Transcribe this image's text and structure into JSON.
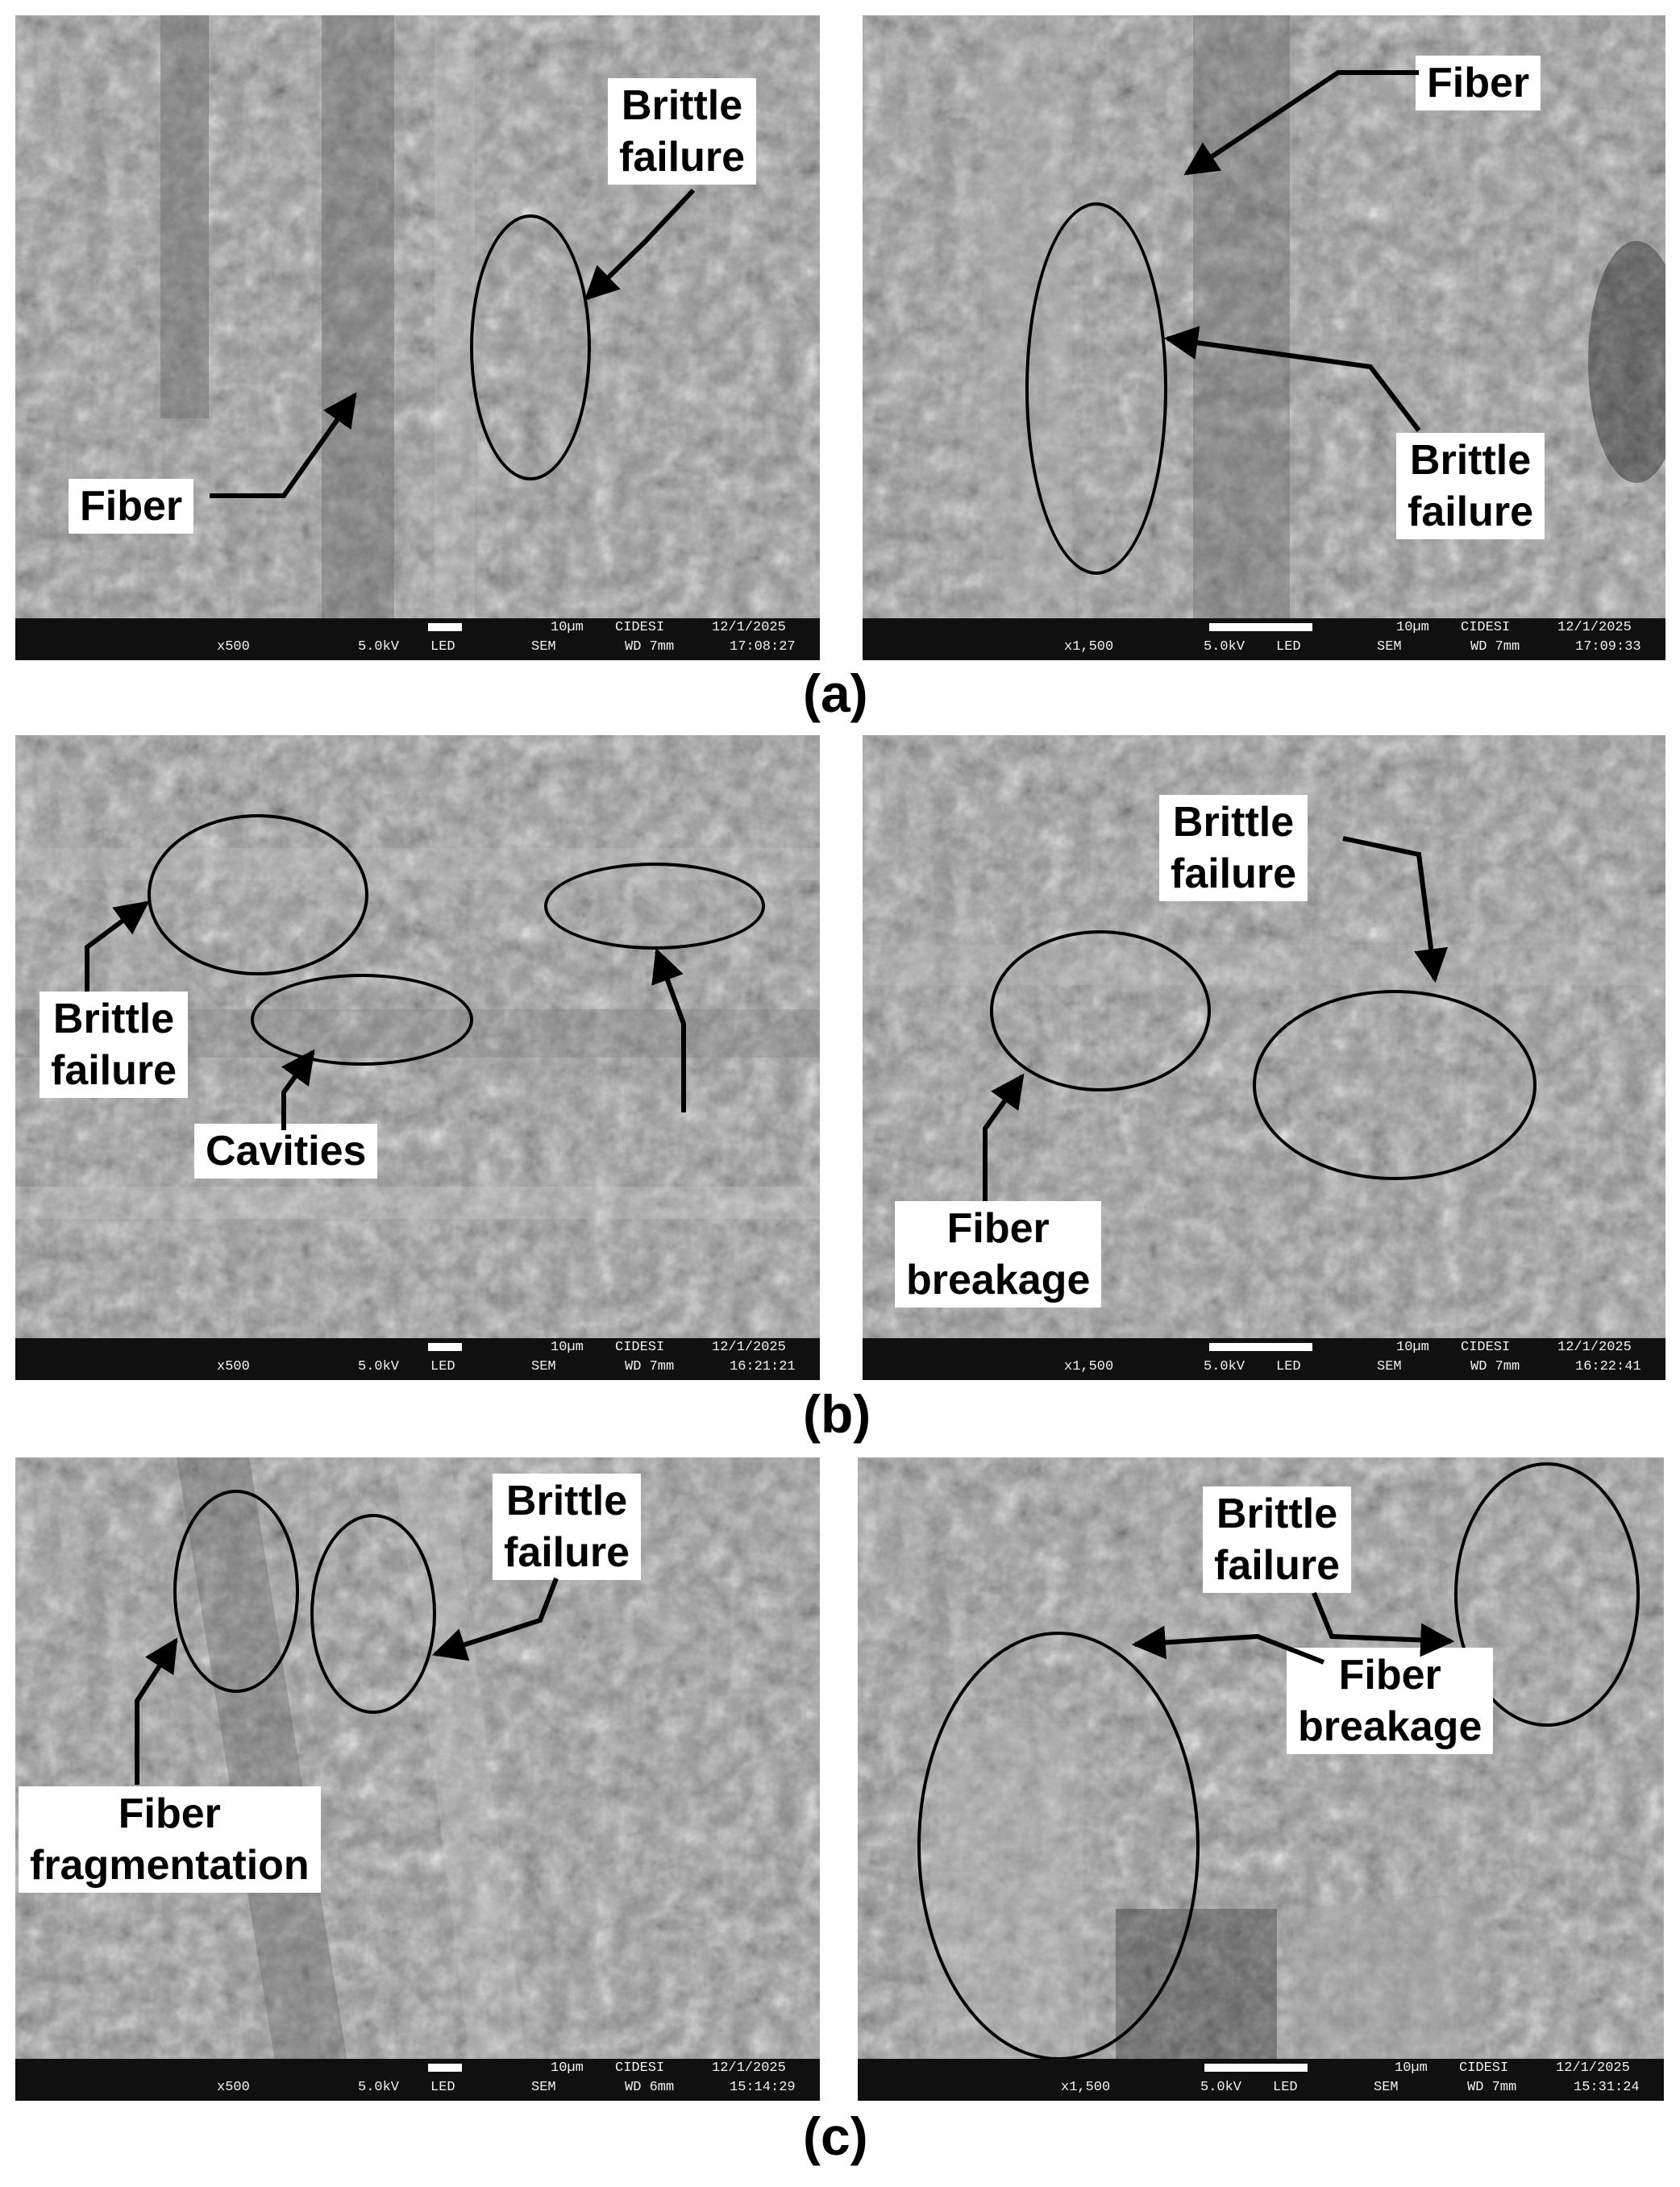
{
  "captions": [
    "(a)",
    "(b)",
    "(c)"
  ],
  "panels": [
    {
      "mag": "x500",
      "kv": "5.0kV",
      "det": "LED",
      "scale": "10µm",
      "org": "CIDESI",
      "date": "12/1/2025",
      "mode": "SEM",
      "wd": "WD 7mm",
      "time": "17:08:27"
    },
    {
      "mag": "x1,500",
      "kv": "5.0kV",
      "det": "LED",
      "scale": "10µm",
      "org": "CIDESI",
      "date": "12/1/2025",
      "mode": "SEM",
      "wd": "WD 7mm",
      "time": "17:09:33"
    },
    {
      "mag": "x500",
      "kv": "5.0kV",
      "det": "LED",
      "scale": "10µm",
      "org": "CIDESI",
      "date": "12/1/2025",
      "mode": "SEM",
      "wd": "WD 7mm",
      "time": "16:21:21"
    },
    {
      "mag": "x1,500",
      "kv": "5.0kV",
      "det": "LED",
      "scale": "10µm",
      "org": "CIDESI",
      "date": "12/1/2025",
      "mode": "SEM",
      "wd": "WD 7mm",
      "time": "16:22:41"
    },
    {
      "mag": "x500",
      "kv": "5.0kV",
      "det": "LED",
      "scale": "10µm",
      "org": "CIDESI",
      "date": "12/1/2025",
      "mode": "SEM",
      "wd": "WD 6mm",
      "time": "15:14:29"
    },
    {
      "mag": "x1,500",
      "kv": "5.0kV",
      "det": "LED",
      "scale": "10µm",
      "org": "CIDESI",
      "date": "12/1/2025",
      "mode": "SEM",
      "wd": "WD 7mm",
      "time": "15:31:24"
    }
  ],
  "labels": {
    "a_left_brittle_1": "Brittle",
    "a_left_brittle_2": "failure",
    "a_left_fiber": "Fiber",
    "a_right_fiber": "Fiber",
    "a_right_brittle_1": "Brittle",
    "a_right_brittle_2": "failure",
    "b_left_brittle_1": "Brittle",
    "b_left_brittle_2": "failure",
    "b_left_cavities": "Cavities",
    "b_right_brittle_1": "Brittle",
    "b_right_brittle_2": "failure",
    "b_right_fiber_1": "Fiber",
    "b_right_fiber_2": "breakage",
    "c_left_brittle_1": "Brittle",
    "c_left_brittle_2": "failure",
    "c_left_fiber_1": "Fiber",
    "c_left_fiber_2": "fragmentation",
    "c_right_brittle_1": "Brittle",
    "c_right_brittle_2": "failure",
    "c_right_fiber_1": "Fiber",
    "c_right_fiber_2": "breakage"
  }
}
